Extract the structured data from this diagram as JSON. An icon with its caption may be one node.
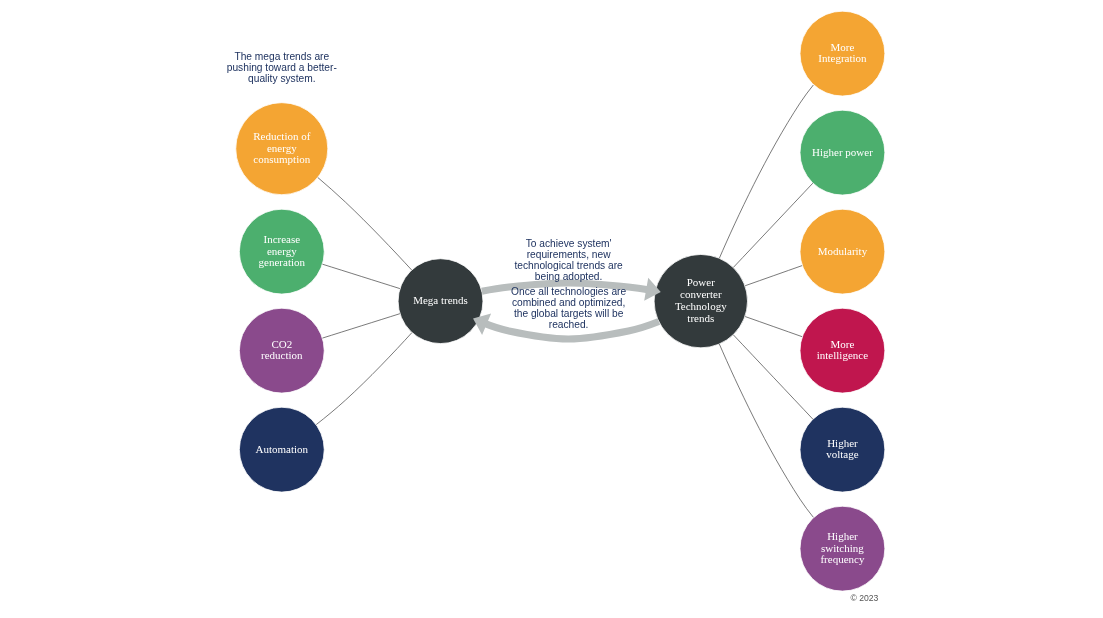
{
  "diagram": {
    "caption": "© 2023",
    "nodes": [
      {
        "text": [
          "Reduction of energy consumption"
        ]
      },
      {
        "text": [
          "Increase energy generation"
        ]
      },
      {
        "text": [
          "CO2 reduction"
        ]
      },
      {
        "text": [
          "Mega trends"
        ]
      },
      {
        "text": [
          "Automation"
        ]
      },
      {
        "text": [
          "More Integration"
        ]
      },
      {
        "text": [
          "Higher power"
        ]
      },
      {
        "text": [
          "Modularity"
        ]
      },
      {
        "text": [
          "Power converter Technology trends"
        ]
      },
      {
        "text": [
          "More intelligence"
        ]
      },
      {
        "text": [
          "Higher voltage"
        ]
      },
      {
        "text": [
          "Higher switching frequency"
        ]
      }
    ],
    "edges": [
      {
        "from": 0,
        "to": 3,
        "arrow": "none"
      },
      {
        "from": 1,
        "to": 3,
        "arrow": "none"
      },
      {
        "from": 2,
        "to": 3,
        "arrow": "none"
      },
      {
        "from": 4,
        "to": 3,
        "arrow": "none"
      },
      {
        "from": 8,
        "to": 5,
        "arrow": "none"
      },
      {
        "from": 8,
        "to": 6,
        "arrow": "none"
      },
      {
        "from": 8,
        "to": 7,
        "arrow": "none"
      },
      {
        "from": 8,
        "to": 9,
        "arrow": "none"
      },
      {
        "from": 8,
        "to": 10,
        "arrow": "none"
      },
      {
        "from": 8,
        "to": 11,
        "arrow": "none"
      },
      {
        "from": 8,
        "to": 3,
        "arrow": "to",
        "style": "thick",
        "color": "#b8bdbd",
        "label": "Once all technologies are combined and optimized, the global targets will be reached."
      },
      {
        "from": 3,
        "to": 8,
        "arrow": "to",
        "style": "thick",
        "color": "#b8bdbd",
        "label": "To achieve system' requirements, new technological trends are being adopted."
      }
    ],
    "labels": [
      "The mega trends are pushing toward a better-quality system."
    ]
  }
}
